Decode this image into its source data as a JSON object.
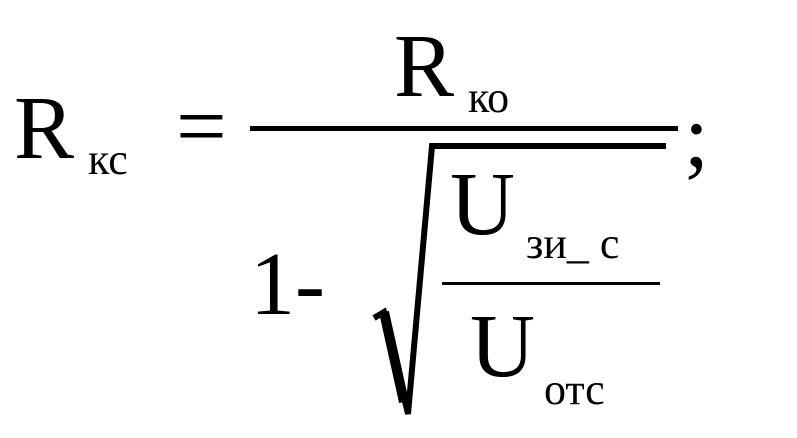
{
  "formula": {
    "lhs": {
      "symbol": "R",
      "subscript": "кс"
    },
    "equals": "=",
    "numerator": {
      "symbol": "R",
      "subscript": "ко"
    },
    "denominator": {
      "lead": "1-",
      "inner_fraction": {
        "numerator": {
          "symbol": "U",
          "subscript": "зи_ с"
        },
        "denominator": {
          "symbol": "U",
          "subscript": "отс"
        }
      }
    },
    "terminator": ";"
  }
}
